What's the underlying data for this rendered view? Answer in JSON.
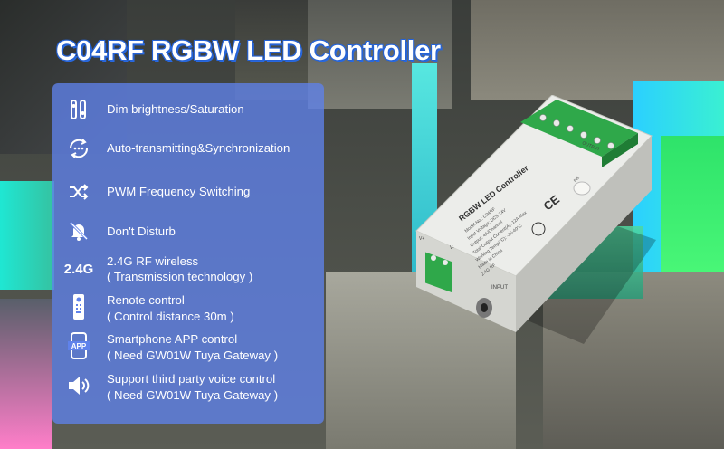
{
  "title": "C04RF RGBW LED Controller",
  "features": [
    {
      "icon": "slider-icon",
      "lines": [
        "Dim brightness/Saturation"
      ]
    },
    {
      "icon": "sync-icon",
      "lines": [
        "Auto-transmitting&Synchronization"
      ]
    },
    {
      "icon": "shuffle-icon",
      "lines": [
        "PWM Frequency Switching"
      ]
    },
    {
      "icon": "bell-off-icon",
      "lines": [
        "Don't Disturb"
      ]
    },
    {
      "icon": "2.4G",
      "lines": [
        "2.4G RF wireless",
        "( Transmission technology )"
      ]
    },
    {
      "icon": "remote-icon",
      "lines": [
        "Renote control",
        "( Control distance 30m )"
      ]
    },
    {
      "icon": "app-phone-icon",
      "lines": [
        "Smartphone APP control",
        "( Need GW01W Tuya Gateway )"
      ]
    },
    {
      "icon": "speaker-icon",
      "lines": [
        "Support third party voice control",
        "( Need GW01W Tuya Gateway )"
      ]
    }
  ],
  "device": {
    "label": "RGBW LED Controller",
    "specs": [
      "Model No.: C04RF",
      "Input Voltage: DC5-24V",
      "Output: 4A/Channel",
      "Total Output Current(A): 12A Max",
      "Working Temp(°C): -25-40°C",
      "Made in China",
      "2.4G RF"
    ],
    "output_label": "OUTPUT",
    "input_label": "INPUT",
    "set_label": "set",
    "terminal_labels": [
      "V+",
      "R",
      "G",
      "B",
      "W",
      "V+"
    ],
    "vplus": "V+",
    "vminus": "V-",
    "ce_mark": "CE"
  },
  "colors": {
    "panel": "#5f82eb",
    "title_outline": "#2a6ae0",
    "terminal_green": "#2fa84a"
  }
}
